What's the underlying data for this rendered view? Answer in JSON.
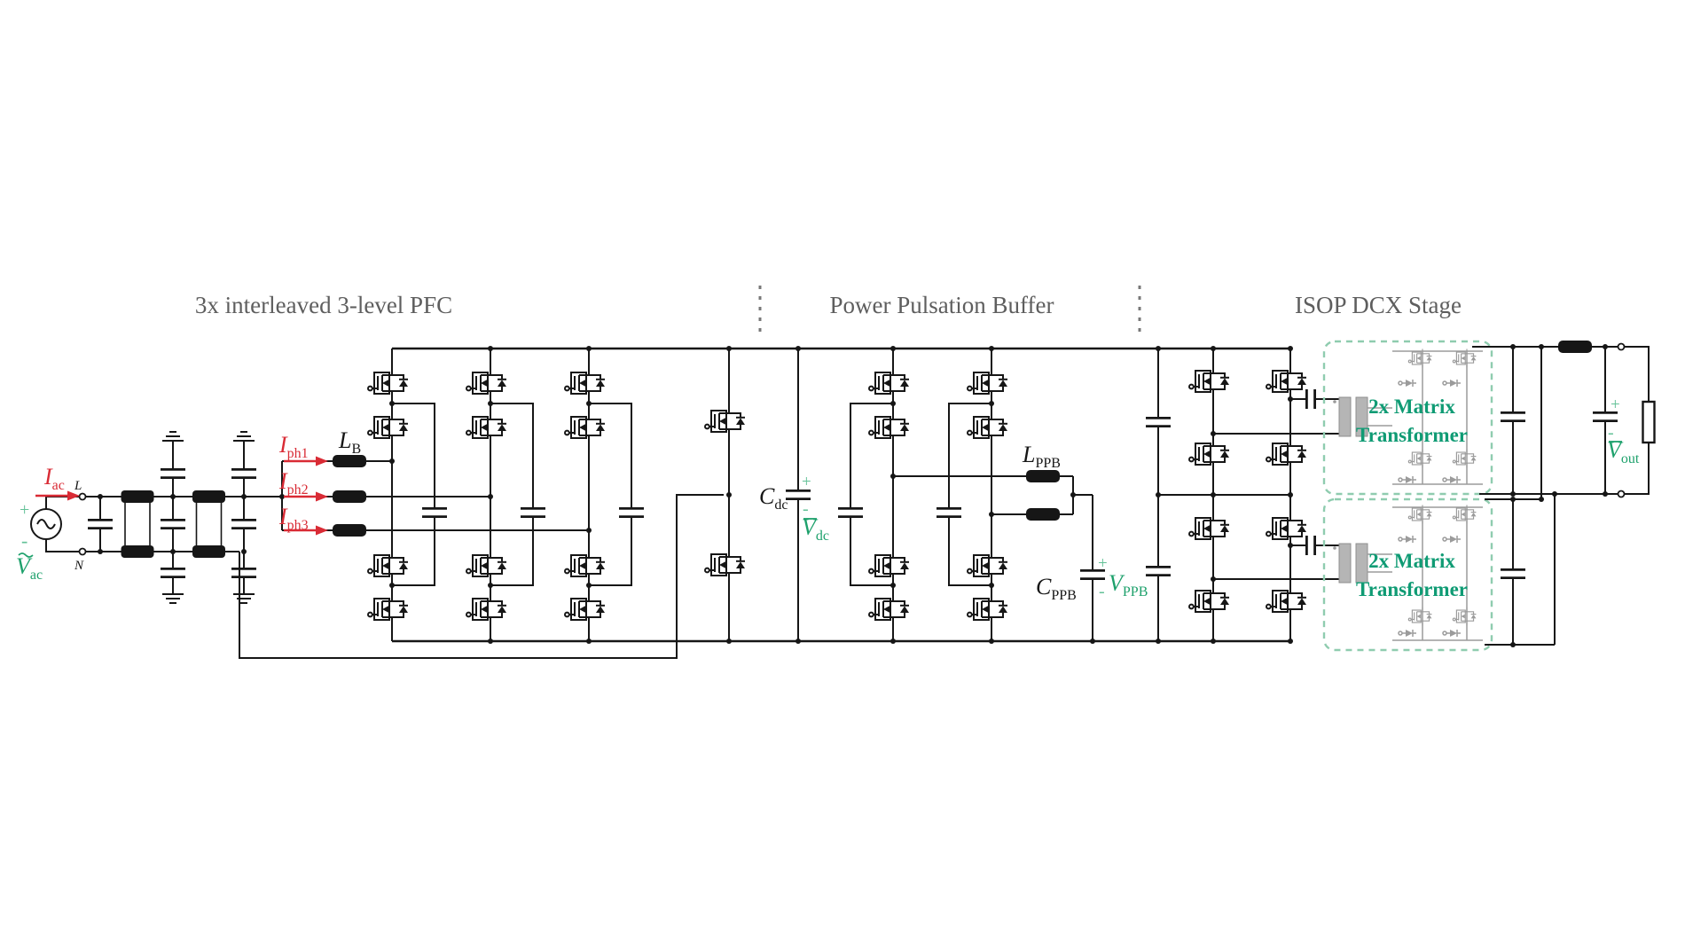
{
  "titles": {
    "pfc": "3x interleaved 3-level PFC",
    "ppb": "Power Pulsation Buffer",
    "dcx": "ISOP DCX Stage"
  },
  "colors": {
    "wire": "#161616",
    "current_red": "#d92b35",
    "label_green": "#1ea16c",
    "mark_green": "#63c197",
    "transformer_teal": "#0f9b74",
    "box_border_green": "#8fccaf",
    "muted_gray": "#9b9b9b",
    "title_gray": "#5e5e5e",
    "divider_gray": "#787878"
  },
  "source": {
    "plus": "+",
    "minus": "-",
    "voltage": {
      "main": "V",
      "sub": "ac"
    },
    "current": {
      "main": "I",
      "sub": "ac"
    },
    "line_terminal": "L",
    "neutral_terminal": "N"
  },
  "phase_currents": [
    {
      "main": "I",
      "sub": "ph1"
    },
    {
      "main": "I",
      "sub": "ph2"
    },
    {
      "main": "I",
      "sub": "ph3"
    }
  ],
  "boost_inductor": {
    "main": "L",
    "sub": "B"
  },
  "dc_link": {
    "cap": {
      "main": "C",
      "sub": "dc"
    },
    "plus": "+",
    "minus": "-",
    "voltage": {
      "main": "V",
      "sub": "dc"
    }
  },
  "ppb": {
    "inductor": {
      "main": "L",
      "sub": "PPB"
    },
    "cap": {
      "main": "C",
      "sub": "PPB"
    },
    "plus": "+",
    "minus": "-",
    "voltage": {
      "main": "V",
      "sub": "PPB"
    }
  },
  "output": {
    "plus": "+",
    "minus": "-",
    "voltage": {
      "main": "V",
      "sub": "out"
    }
  },
  "transformer_boxes": [
    {
      "line1": "2x Matrix",
      "line2": "Transformer"
    },
    {
      "line1": "2x Matrix",
      "line2": "Transformer"
    }
  ]
}
